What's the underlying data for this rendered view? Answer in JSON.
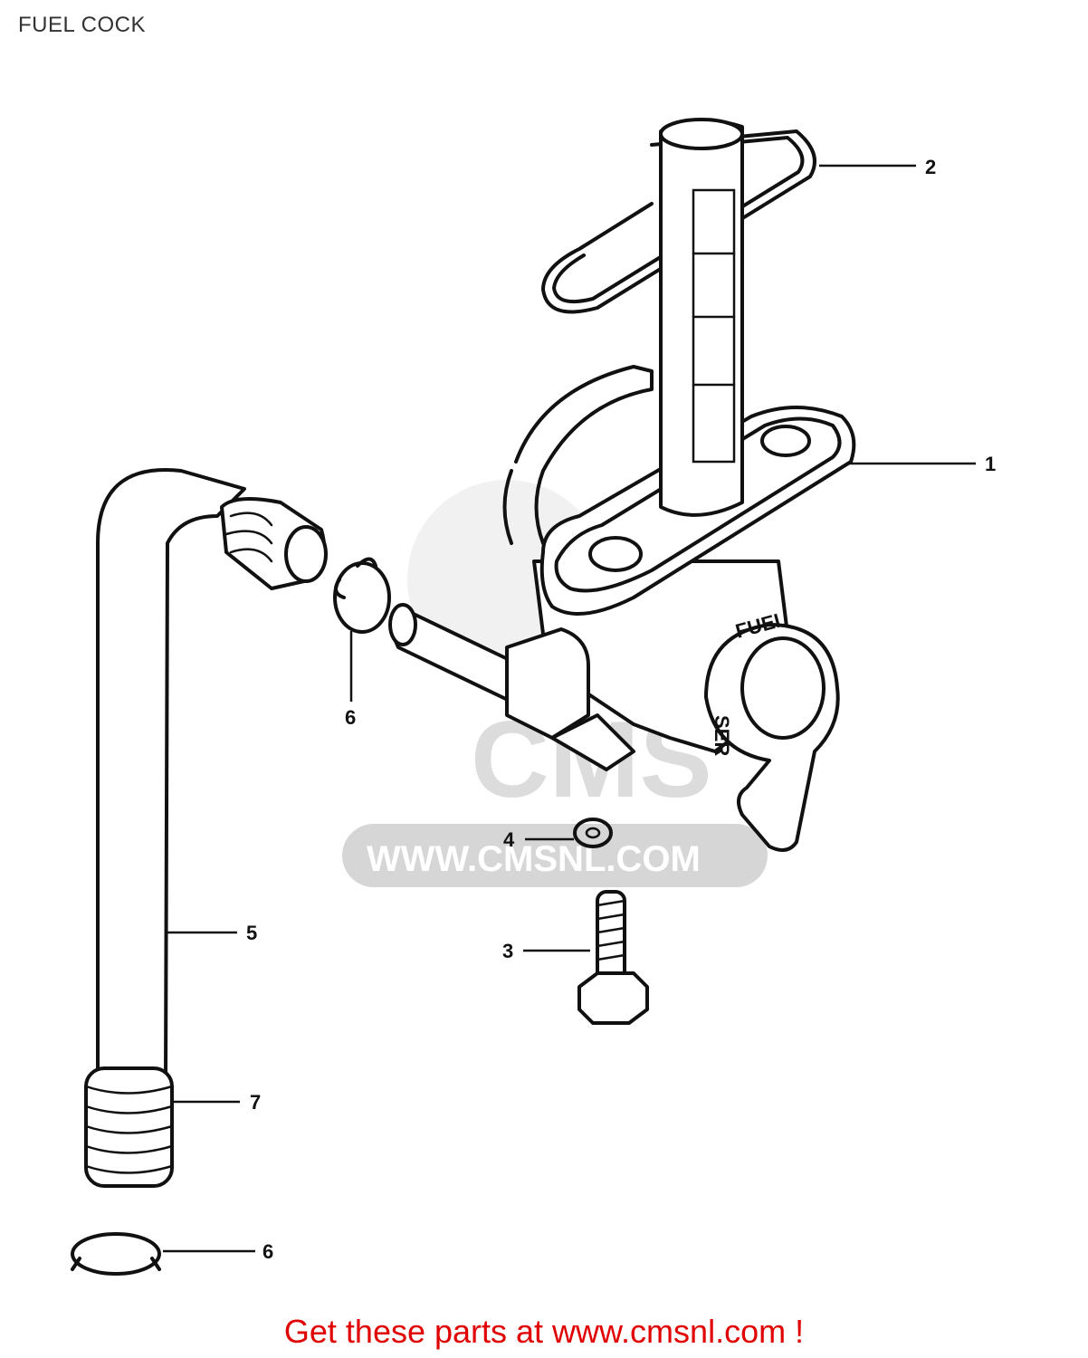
{
  "header": {
    "title": "FUEL COCK"
  },
  "watermark": {
    "logo_text": "CMS",
    "url_text": "WWW.CMSNL.COM"
  },
  "valve_labels": {
    "fuel": "FUEL",
    "positions": "SER"
  },
  "callouts": [
    {
      "id": "1",
      "label": "1"
    },
    {
      "id": "2",
      "label": "2"
    },
    {
      "id": "3",
      "label": "3"
    },
    {
      "id": "4",
      "label": "4"
    },
    {
      "id": "5",
      "label": "5"
    },
    {
      "id": "6a",
      "label": "6"
    },
    {
      "id": "6b",
      "label": "6"
    },
    {
      "id": "7",
      "label": "7"
    }
  ],
  "footer": {
    "text": "Get these parts at www.cmsnl.com !"
  },
  "colors": {
    "footer_text": "#e00000",
    "line_art": "#111111",
    "watermark": "#d6d6d6"
  }
}
